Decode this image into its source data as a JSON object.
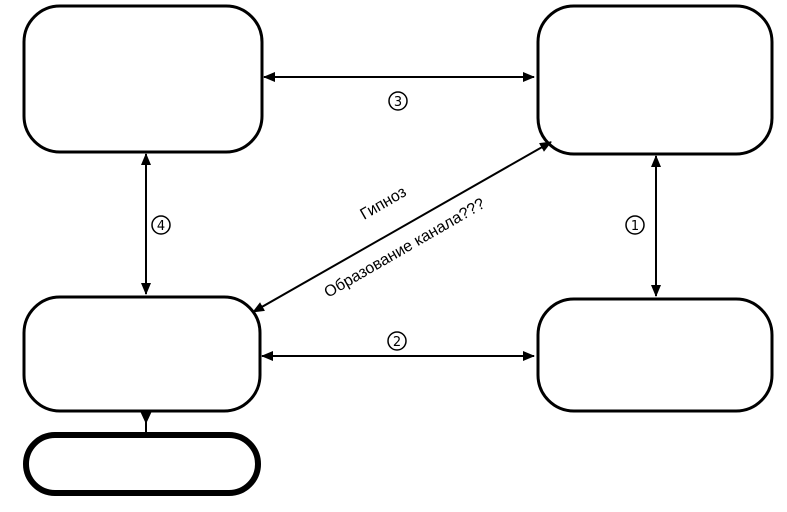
{
  "labels": {
    "hypnosis": "Гипноз",
    "channel_formation": "Образование канала???"
  },
  "markers": {
    "m1": "1",
    "m2": "2",
    "m3": "3",
    "m4": "4"
  },
  "colors": {
    "stroke": "#000000",
    "background": "#ffffff"
  }
}
